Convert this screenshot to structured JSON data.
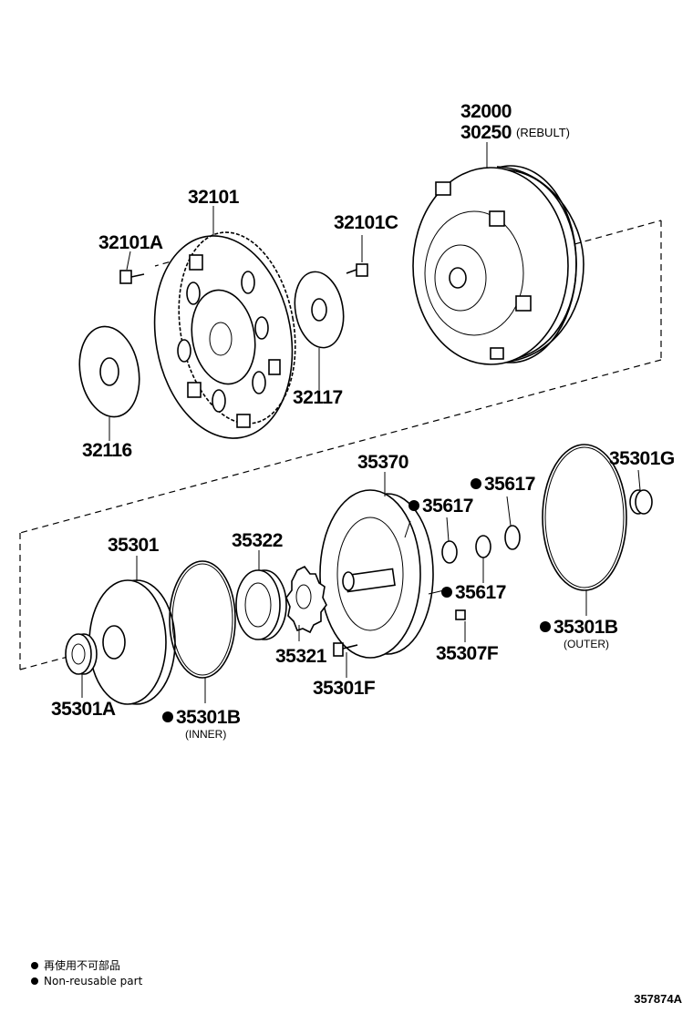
{
  "parts": {
    "p32000": "32000",
    "p30250": "30250",
    "p30250_note": "(REBULT)",
    "p32101": "32101",
    "p32101A": "32101A",
    "p32101C": "32101C",
    "p32116": "32116",
    "p32117": "32117",
    "p35370": "35370",
    "p35617_a": "35617",
    "p35617_b": "35617",
    "p35617_c": "35617",
    "p35301G": "35301G",
    "p35301": "35301",
    "p35322": "35322",
    "p35321": "35321",
    "p35301F": "35301F",
    "p35307F": "35307F",
    "p35301B_outer": "35301B",
    "p35301B_outer_note": "(OUTER)",
    "p35301B_inner": "35301B",
    "p35301B_inner_note": "(INNER)",
    "p35301A": "35301A"
  },
  "legend": {
    "jp": "再使用不可部品",
    "en": "Non-reusable part"
  },
  "doc_id": "357874A"
}
